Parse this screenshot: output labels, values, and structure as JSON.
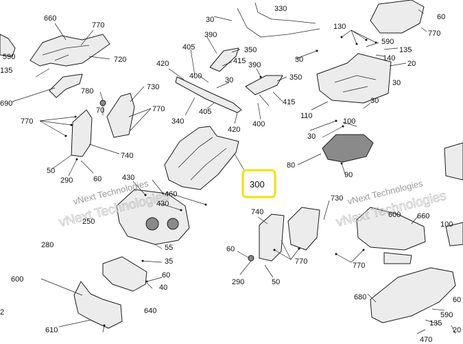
{
  "diagram": {
    "highlight_label": "300",
    "watermark_text": "vNext Technologies",
    "callouts": [
      "30",
      "330",
      "60",
      "660",
      "770",
      "590",
      "135",
      "720",
      "390",
      "350",
      "405",
      "415",
      "130",
      "590",
      "135",
      "140",
      "770",
      "20",
      "420",
      "400",
      "390",
      "350",
      "30",
      "30",
      "780",
      "730",
      "70",
      "770",
      "690",
      "340",
      "405",
      "415",
      "400",
      "110",
      "30",
      "30",
      "100",
      "770",
      "740",
      "420",
      "50",
      "290",
      "60",
      "80",
      "90",
      "430",
      "460",
      "430",
      "250",
      "300",
      "740",
      "730",
      "600",
      "660",
      "100",
      "55",
      "35",
      "60",
      "770",
      "60",
      "40",
      "680",
      "280",
      "600",
      "610",
      "640",
      "290",
      "50",
      "770",
      "590",
      "135",
      "470",
      "20",
      "30",
      "60",
      "2"
    ]
  }
}
